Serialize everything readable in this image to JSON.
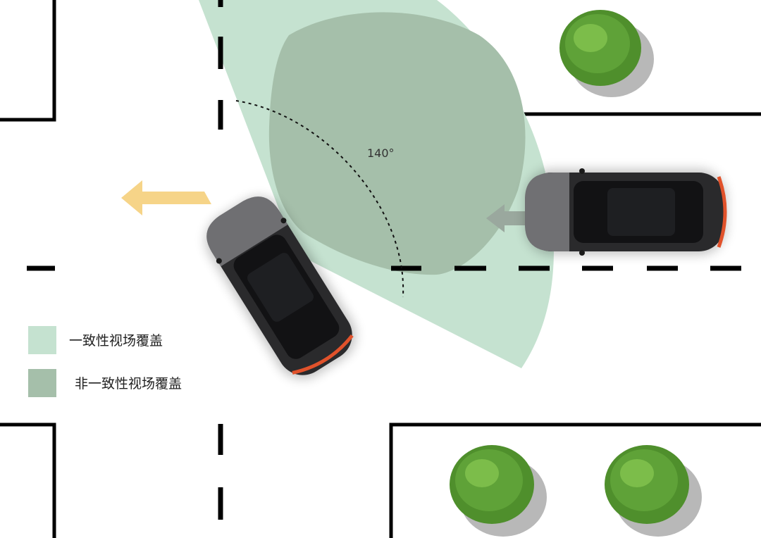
{
  "diagram": {
    "angle_label": "140°",
    "legend": [
      {
        "label": "一致性视场覆盖",
        "color": "#c5e2d0"
      },
      {
        "label": "非一致性视场覆盖",
        "color": "#a5bfaa"
      }
    ]
  },
  "colors": {
    "consistent_fov": "#c5e2d0",
    "inconsistent_fov": "#a5bfaa",
    "road_lines": "#000000",
    "turn_arrow": "#f6d488",
    "travel_arrow": "#9aa89e",
    "car_body": "#2a2a2c",
    "car_front": "#6f6f72",
    "tree_foliage": "#5fa238",
    "tree_shadow": "#b8b8b8"
  },
  "icons": [
    "car-icon",
    "tree-icon",
    "turn-left-arrow-icon",
    "direction-arrow-icon"
  ]
}
